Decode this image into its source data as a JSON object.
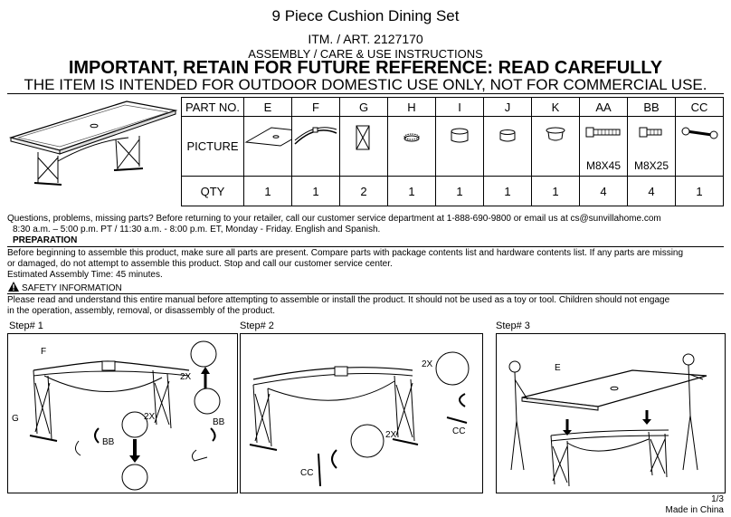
{
  "header": {
    "title": "9 Piece Cushion Dining Set",
    "item_number": "ITM. / ART. 2127170",
    "instructions_label": "ASSEMBLY / CARE & USE INSTRUCTIONS",
    "important_notice": "IMPORTANT, RETAIN FOR FUTURE REFERENCE: READ CAREFULLY",
    "usage_notice": "THE ITEM IS INTENDED FOR OUTDOOR DOMESTIC USE ONLY, NOT FOR COMMERCIAL USE."
  },
  "parts_table": {
    "row_labels": {
      "part": "PART NO.",
      "picture": "PICTURE",
      "qty": "QTY"
    },
    "parts": [
      {
        "id": "E",
        "spec": "",
        "qty": "1"
      },
      {
        "id": "F",
        "spec": "",
        "qty": "1"
      },
      {
        "id": "G",
        "spec": "",
        "qty": "2"
      },
      {
        "id": "H",
        "spec": "",
        "qty": "1"
      },
      {
        "id": "I",
        "spec": "",
        "qty": "1"
      },
      {
        "id": "J",
        "spec": "",
        "qty": "1"
      },
      {
        "id": "K",
        "spec": "",
        "qty": "1"
      },
      {
        "id": "AA",
        "spec": "M8X45",
        "qty": "4"
      },
      {
        "id": "BB",
        "spec": "M8X25",
        "qty": "4"
      },
      {
        "id": "CC",
        "spec": "",
        "qty": "1"
      }
    ]
  },
  "contact": {
    "line1": "Questions, problems, missing parts? Before returning to your retailer, call our customer service department at 1-888-690-9800 or email us at cs@sunvillahome.com",
    "line2": "8:30 a.m. – 5:00 p.m. PT / 11:30 a.m. - 8:00 p.m. ET, Monday - Friday. English and Spanish."
  },
  "preparation": {
    "heading": "PREPARATION",
    "line1": "Before beginning to assemble this product, make sure all parts are present. Compare parts with package contents list and hardware contents list. If any parts are missing",
    "line2": "or damaged, do not attempt to assemble this product. Stop and call our customer service center.",
    "line3": "Estimated Assembly Time: 45 minutes."
  },
  "safety": {
    "heading": "SAFETY INFORMATION",
    "line1": "Please read and understand this entire manual before attempting to assemble or install the product. It should not be used as a toy or tool. Children should not engage",
    "line2": "in the operation, assembly, removal, or disassembly of the product."
  },
  "steps": [
    {
      "title": "Step# 1",
      "labels": {
        "f": "F",
        "g": "G",
        "bb1": "BB",
        "bb2": "BB",
        "x1": "2X",
        "x2": "2X"
      }
    },
    {
      "title": "Step# 2",
      "labels": {
        "x1": "2X",
        "x2": "2X",
        "cc1": "CC",
        "cc2": "CC"
      }
    },
    {
      "title": "Step# 3",
      "labels": {
        "e": "E"
      }
    }
  ],
  "footer": {
    "page": "1/3",
    "origin": "Made in China"
  }
}
